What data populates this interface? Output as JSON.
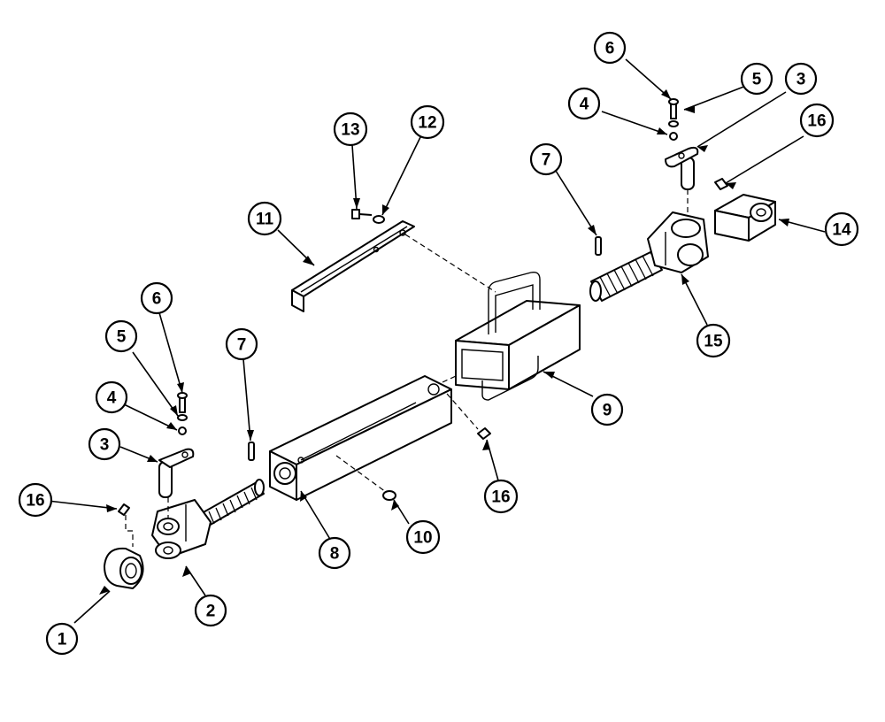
{
  "callouts": [
    {
      "id": "c1",
      "label": "1"
    },
    {
      "id": "c2",
      "label": "2"
    },
    {
      "id": "c3a",
      "label": "3"
    },
    {
      "id": "c3b",
      "label": "3"
    },
    {
      "id": "c4a",
      "label": "4"
    },
    {
      "id": "c4b",
      "label": "4"
    },
    {
      "id": "c5a",
      "label": "5"
    },
    {
      "id": "c5b",
      "label": "5"
    },
    {
      "id": "c6a",
      "label": "6"
    },
    {
      "id": "c6b",
      "label": "6"
    },
    {
      "id": "c7a",
      "label": "7"
    },
    {
      "id": "c7b",
      "label": "7"
    },
    {
      "id": "c8",
      "label": "8"
    },
    {
      "id": "c9",
      "label": "9"
    },
    {
      "id": "c10",
      "label": "10"
    },
    {
      "id": "c11",
      "label": "11"
    },
    {
      "id": "c12",
      "label": "12"
    },
    {
      "id": "c13",
      "label": "13"
    },
    {
      "id": "c14",
      "label": "14"
    },
    {
      "id": "c15",
      "label": "15"
    },
    {
      "id": "c16a",
      "label": "16"
    },
    {
      "id": "c16b",
      "label": "16"
    },
    {
      "id": "c16c",
      "label": "16"
    }
  ]
}
